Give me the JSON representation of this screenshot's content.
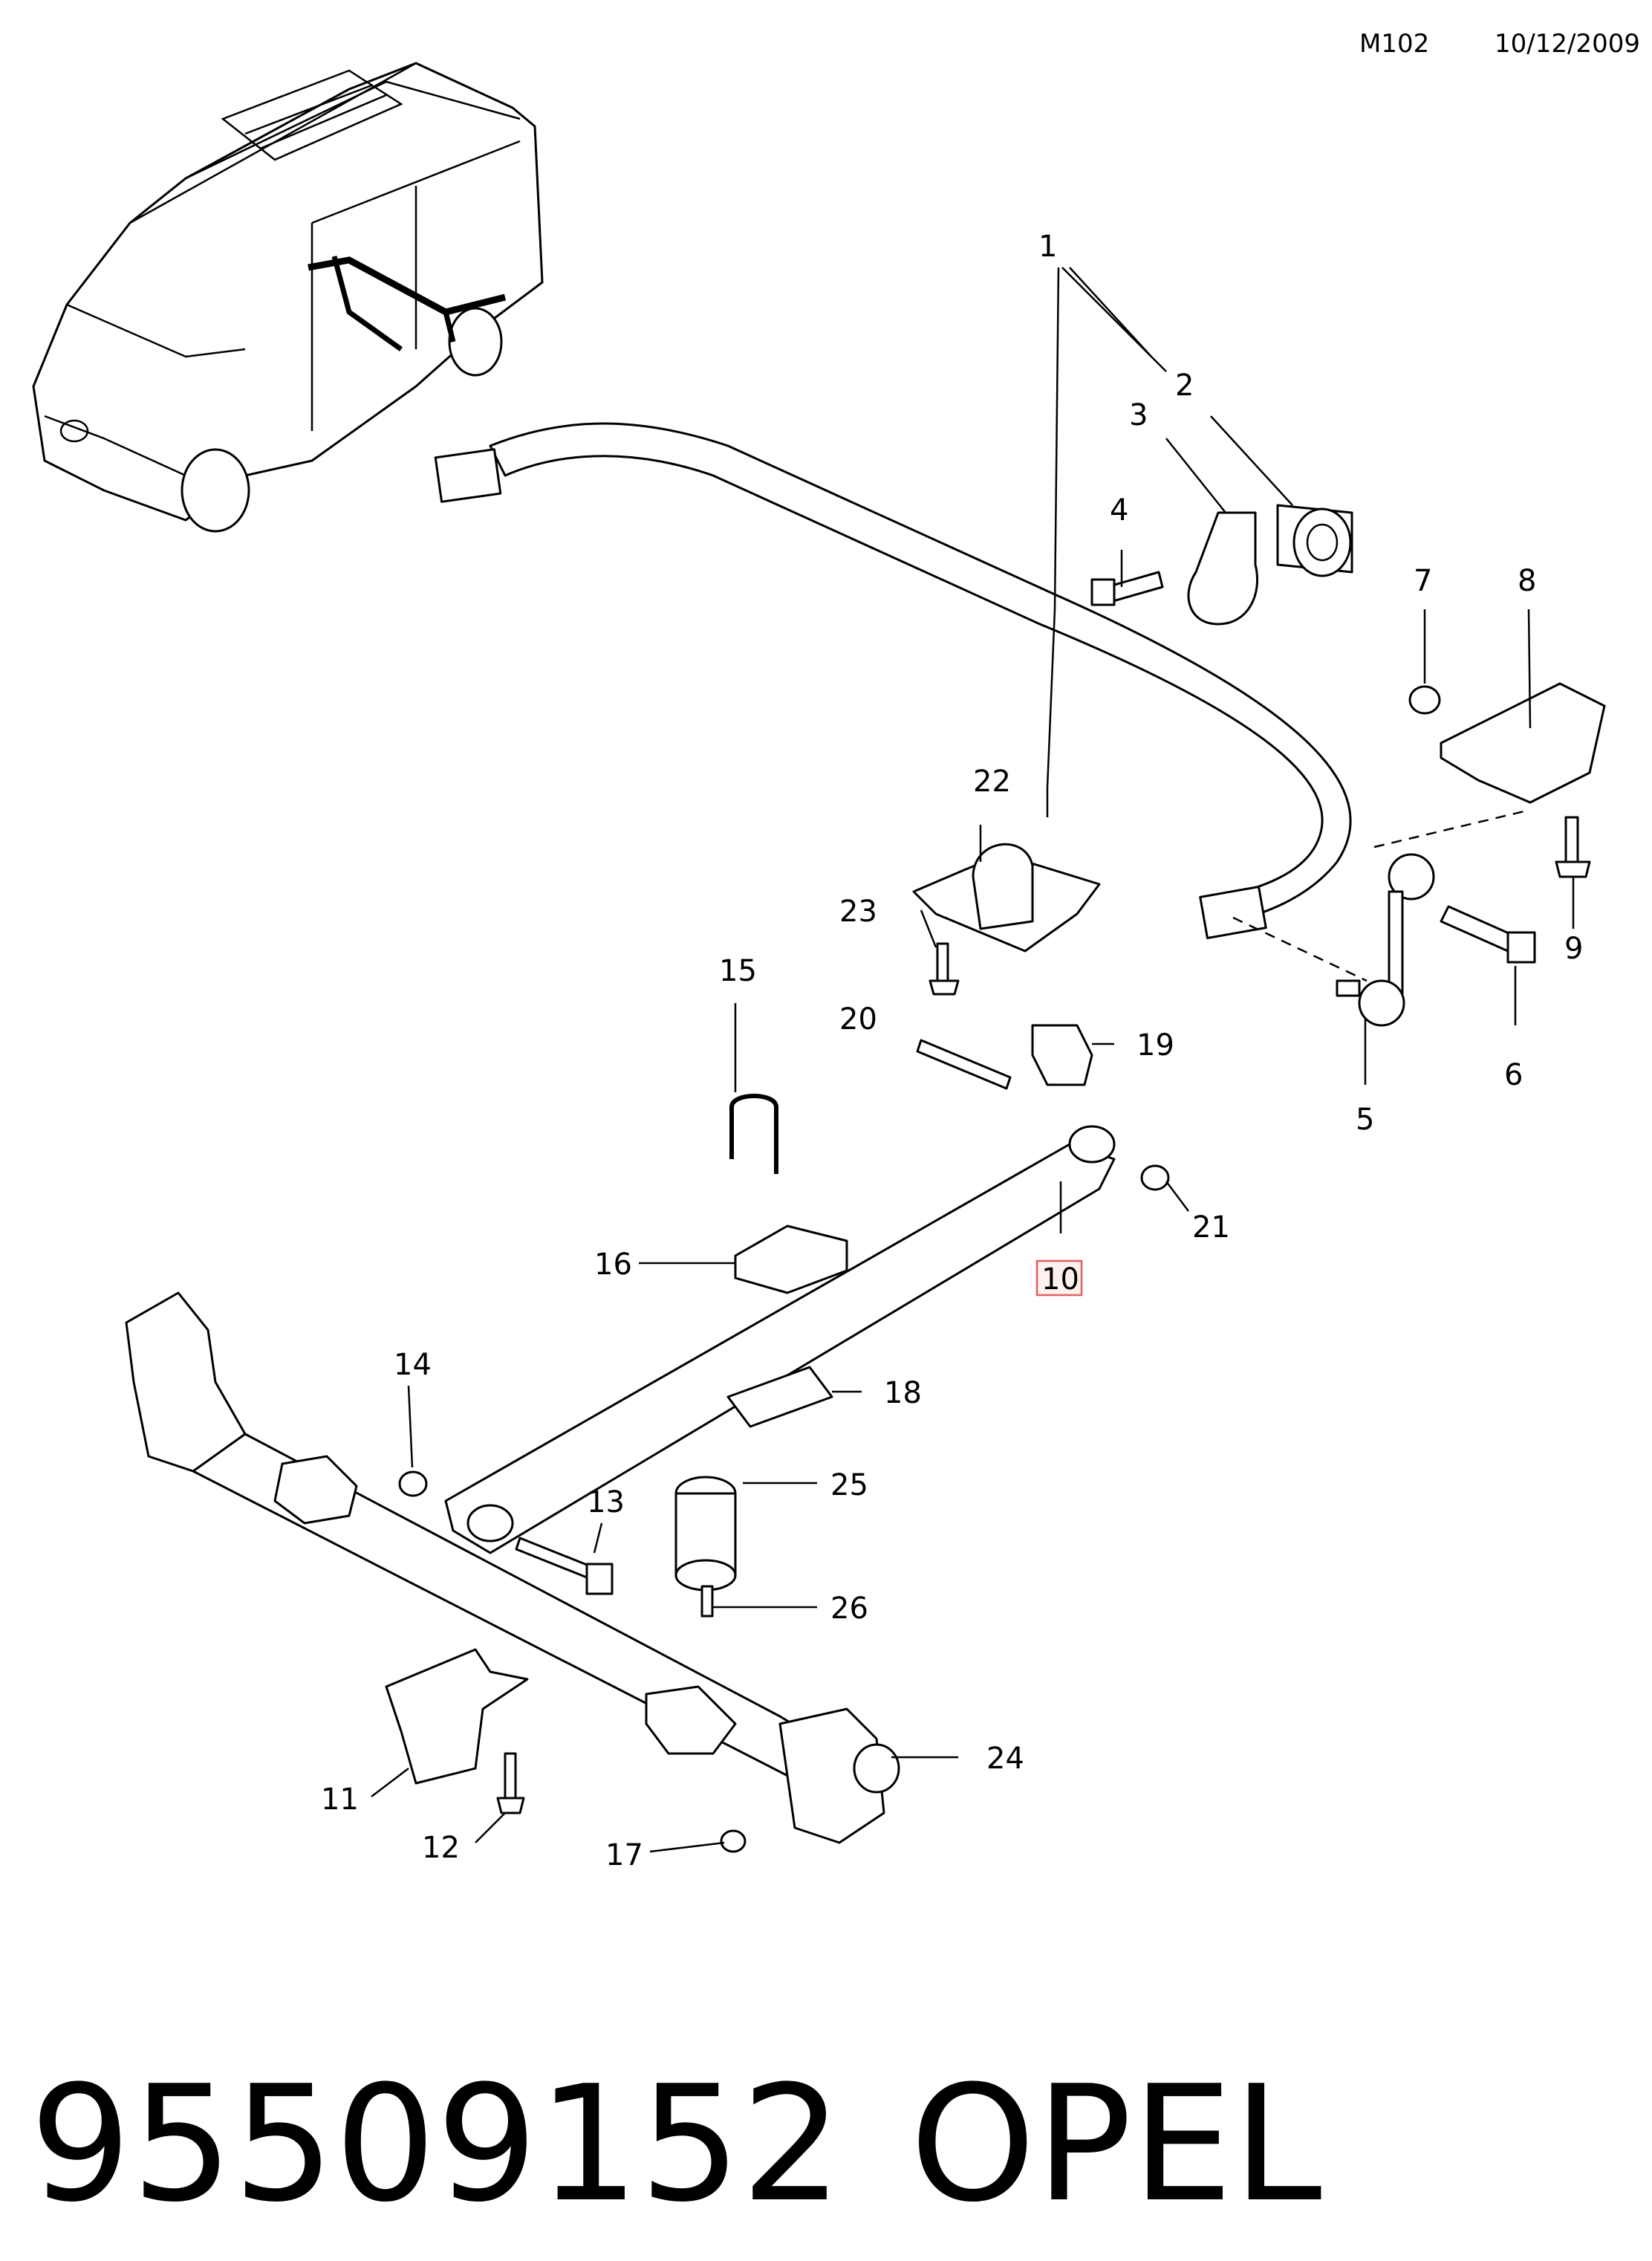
{
  "header": {
    "code": "M102",
    "date": "10/12/2009"
  },
  "callouts": [
    "1",
    "2",
    "3",
    "4",
    "5",
    "6",
    "7",
    "8",
    "9",
    "10",
    "11",
    "12",
    "13",
    "14",
    "15",
    "16",
    "17",
    "18",
    "19",
    "20",
    "21",
    "22",
    "23",
    "24",
    "25",
    "26"
  ],
  "highlight_color": "#e06060",
  "footer": {
    "part_number": "95509152",
    "brand": "OPEL"
  }
}
